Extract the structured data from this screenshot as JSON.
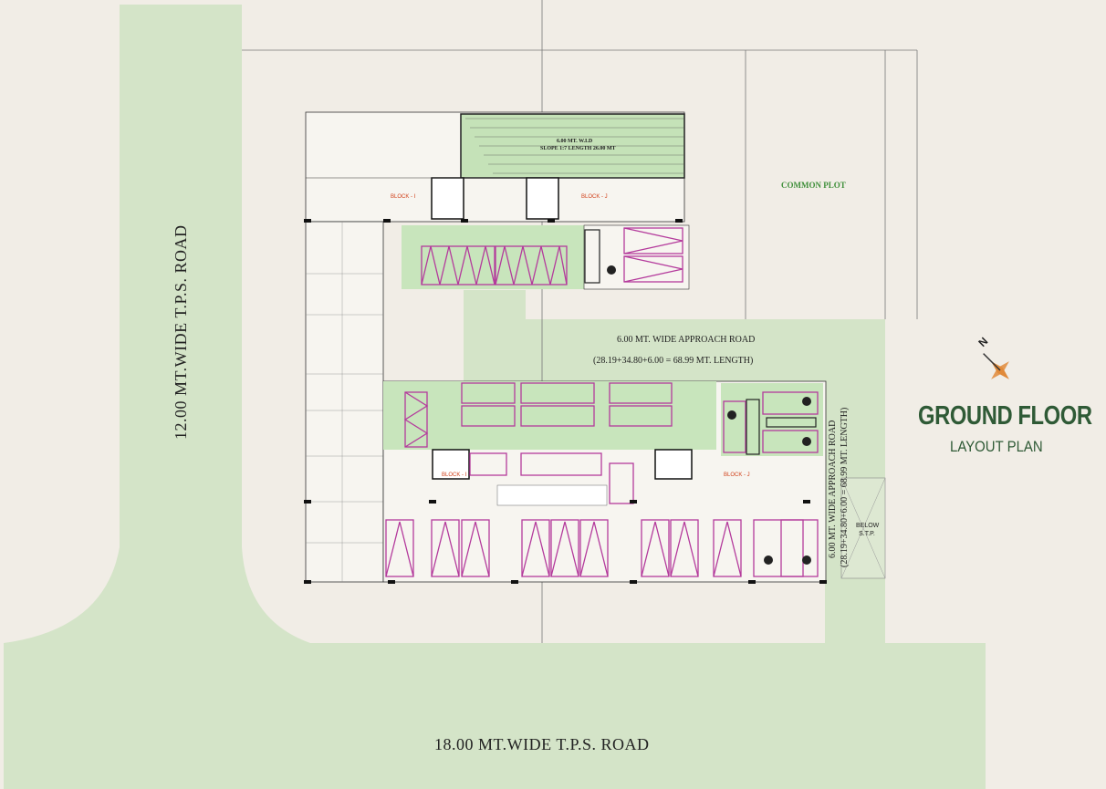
{
  "roads": {
    "bottom": "18.00 MT.WIDE T.P.S. ROAD",
    "left": "12.00 MT.WIDE T.P.S. ROAD",
    "approach_center_line1": "6.00 MT. WIDE APPROACH ROAD",
    "approach_center_line2": "(28.19+34.80+6.00 = 68.99 MT. LENGTH)",
    "approach_right_line1": "6.00 MT. WIDE APPROACH ROAD",
    "approach_right_line2": "(28.19+34.80+6.00 = 68.99 MT. LENGTH)"
  },
  "title": {
    "main": "GROUND FLOOR",
    "sub": "LAYOUT PLAN"
  },
  "labels": {
    "common_plot": "COMMON PLOT",
    "stp": "BELOW S.T.P.",
    "north": "N",
    "ramp": "6.00 MT. W.I.D",
    "ramp_slope": "SLOPE 1:7 LENGTH 26.00 MT",
    "block_left": "BLOCK - I",
    "block_right": "BLOCK - J",
    "block_top_left": "BLOCK - I",
    "block_top_right": "BLOCK - J"
  },
  "colors": {
    "background": "#f1ede6",
    "road_green": "#d4e4c8",
    "parking_magenta": "#b43a9c",
    "wall": "#1a1a1a",
    "title_green": "#2f5a36",
    "north_orange": "#e08a3a"
  }
}
